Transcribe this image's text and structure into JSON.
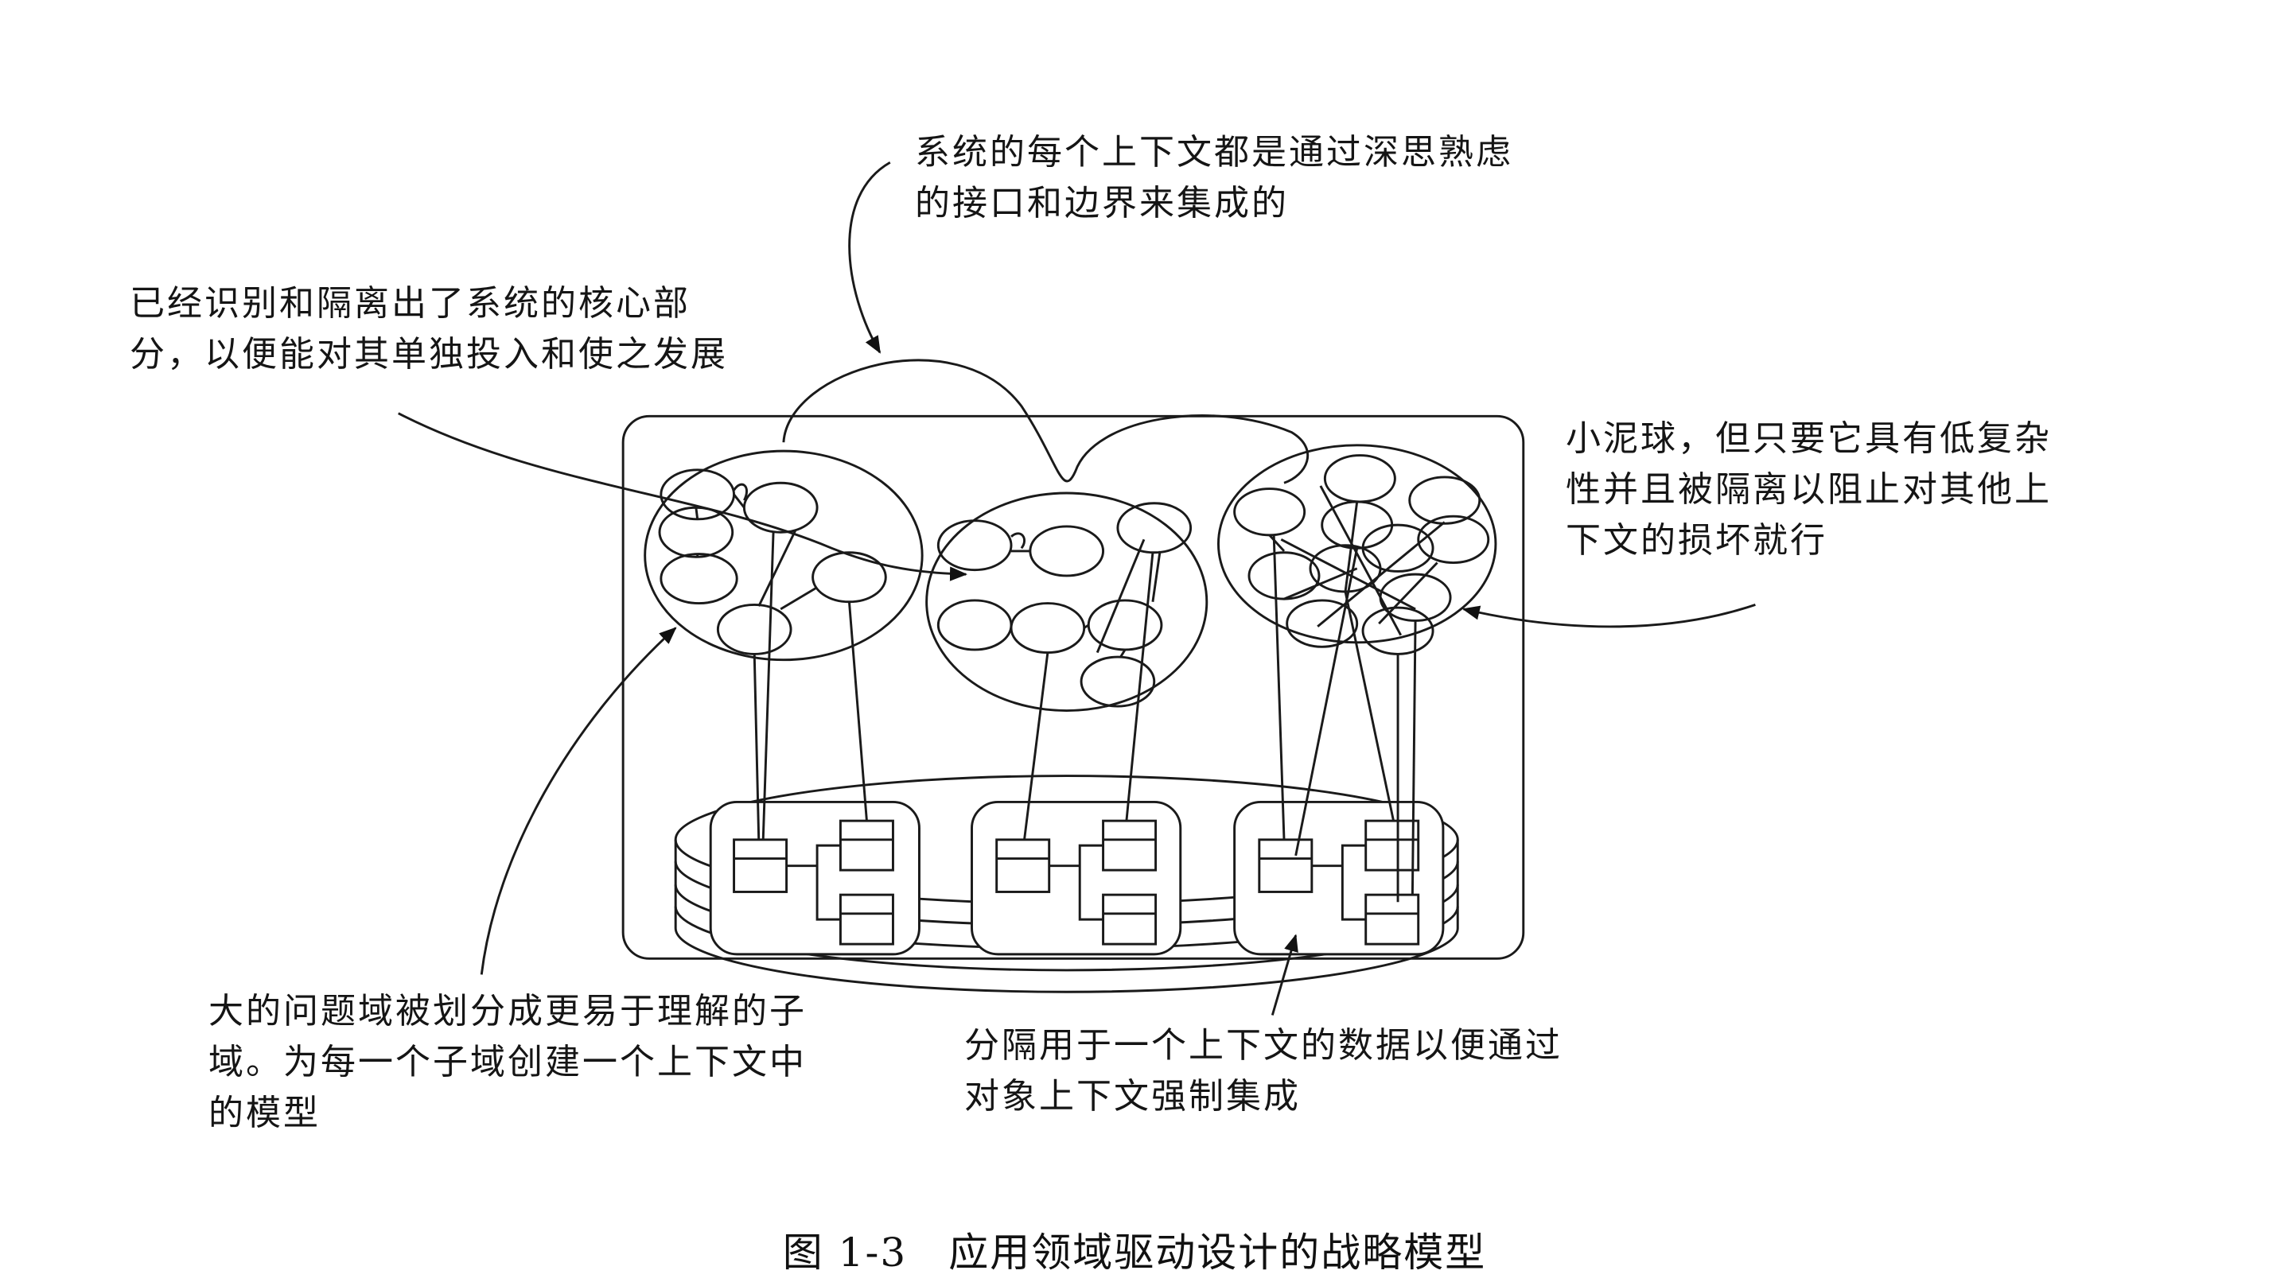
{
  "annotations": {
    "integration": {
      "lines": [
        "系统的每个上下文都是通过深思熟虑",
        "的接口和边界来集成的"
      ]
    },
    "core": {
      "lines": [
        "已经识别和隔离出了系统的核心部",
        "分，以便能对其单独投入和使之发展"
      ]
    },
    "mud": {
      "lines": [
        "小泥球，但只要它具有低复杂",
        "性并且被隔离以阻止对其他上",
        "下文的损坏就行"
      ]
    },
    "subdomain": {
      "lines": [
        "大的问题域被划分成更易于理解的子",
        "域。为每一个子域创建一个上下文中",
        "的模型"
      ]
    },
    "data": {
      "lines": [
        "分隔用于一个上下文的数据以便通过",
        "对象上下文强制集成"
      ]
    }
  },
  "caption": "图 1-3　应用领域驱动设计的战略模型"
}
